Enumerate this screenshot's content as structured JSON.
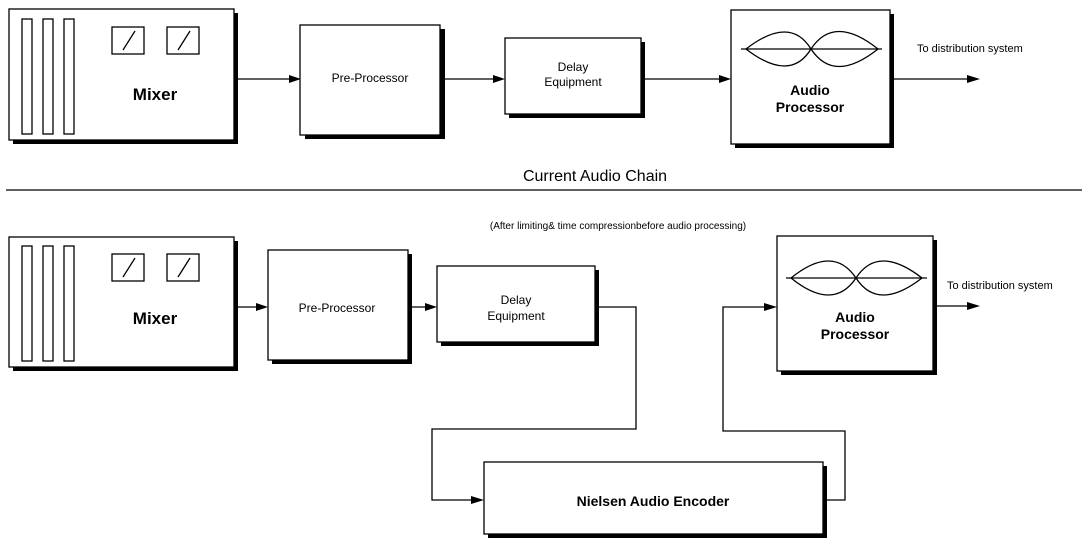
{
  "top_chain": {
    "mixer_label": "Mixer",
    "preprocessor_label": "Pre-Processor",
    "delay_label_line1": "Delay",
    "delay_label_line2": "Equipment",
    "audio_processor_line1": "Audio",
    "audio_processor_line2": "Processor",
    "output_label": "To distribution system",
    "caption": "Current Audio Chain"
  },
  "bottom_chain": {
    "note": "(After limiting& time compressionbefore audio processing)",
    "mixer_label": "Mixer",
    "preprocessor_label": "Pre-Processor",
    "delay_label_line1": "Delay",
    "delay_label_line2": "Equipment",
    "audio_processor_line1": "Audio",
    "audio_processor_line2": "Processor",
    "output_label": "To distribution system",
    "encoder_label": "Nielsen Audio Encoder"
  }
}
